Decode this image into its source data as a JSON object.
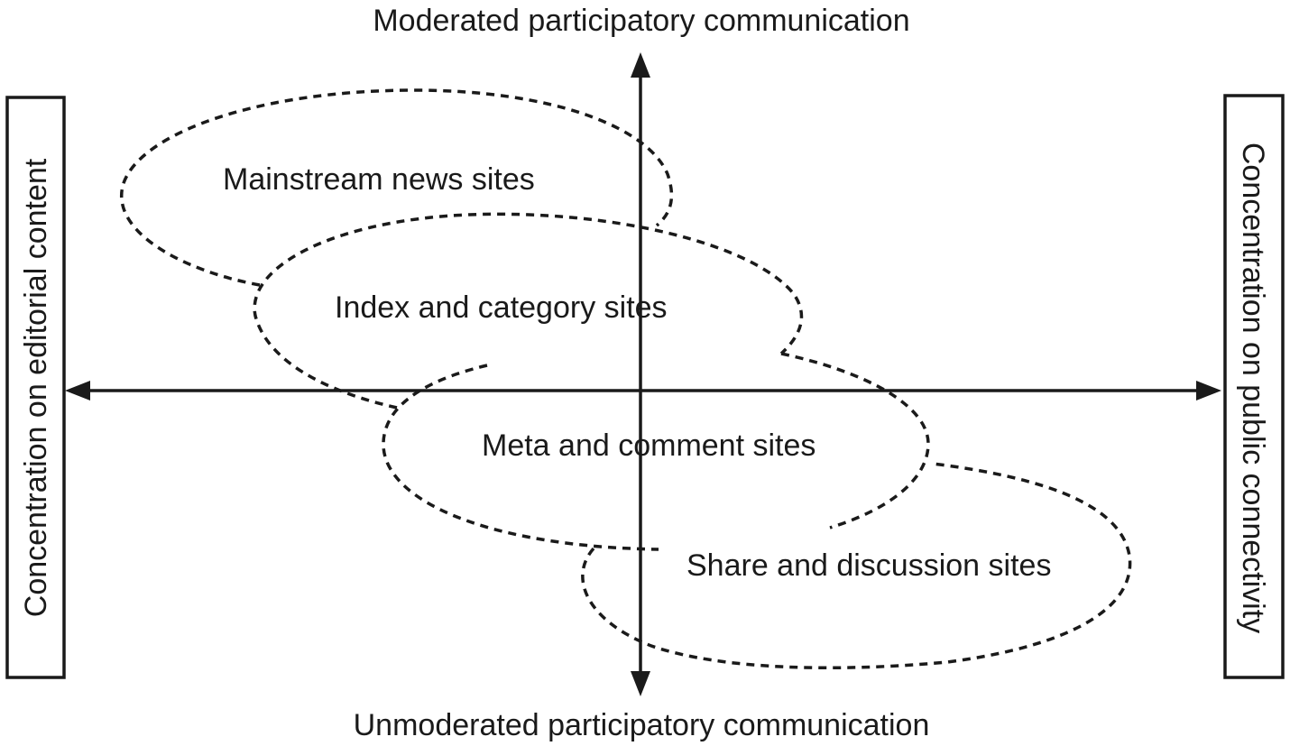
{
  "axes": {
    "top": "Moderated participatory communication",
    "bottom": "Unmoderated participatory communication",
    "left": "Concentration on editorial content",
    "right": "Concentration on public connectivity"
  },
  "clusters": [
    {
      "id": "mainstream",
      "label": "Mainstream news sites"
    },
    {
      "id": "index",
      "label": "Index and category sites"
    },
    {
      "id": "meta",
      "label": "Meta and comment sites"
    },
    {
      "id": "share",
      "label": "Share and discussion sites"
    }
  ],
  "colors": {
    "ink": "#1a1a1a",
    "background": "#ffffff"
  }
}
